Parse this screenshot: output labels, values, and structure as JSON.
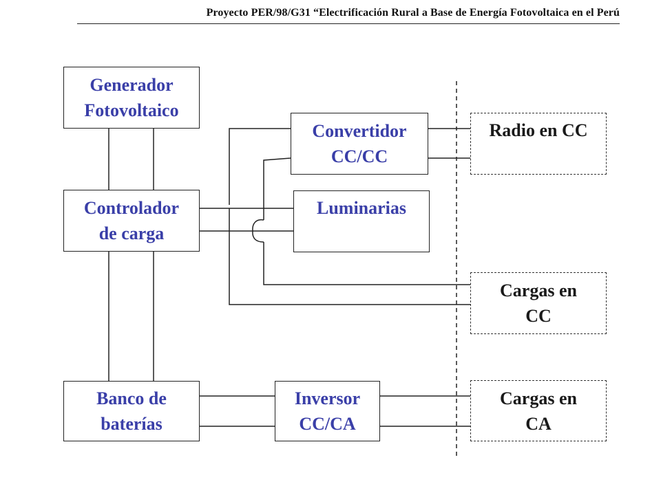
{
  "header": {
    "text": "Proyecto PER/98/G31 “Electrificación Rural a Base de Energía Fotovoltaica en el Perú"
  },
  "blocks": {
    "generador": {
      "line1": "Generador",
      "line2": "Fotovoltaico"
    },
    "controlador": {
      "line1": "Controlador",
      "line2": "de carga"
    },
    "banco": {
      "line1": "Banco de",
      "line2": "baterías"
    },
    "convertidor": {
      "line1": "Convertidor",
      "line2": "CC/CC"
    },
    "luminarias": {
      "line1": "Luminarias"
    },
    "inversor": {
      "line1": "Inversor",
      "line2": "CC/CA"
    },
    "radio": {
      "line1": "Radio en CC"
    },
    "cargas_cc": {
      "line1": "Cargas en",
      "line2": "CC"
    },
    "cargas_ca": {
      "line1": "Cargas en",
      "line2": "CA"
    }
  },
  "colors": {
    "label": "#3a3fa8",
    "label_dark": "#1a1a1a",
    "line": "#222222"
  }
}
